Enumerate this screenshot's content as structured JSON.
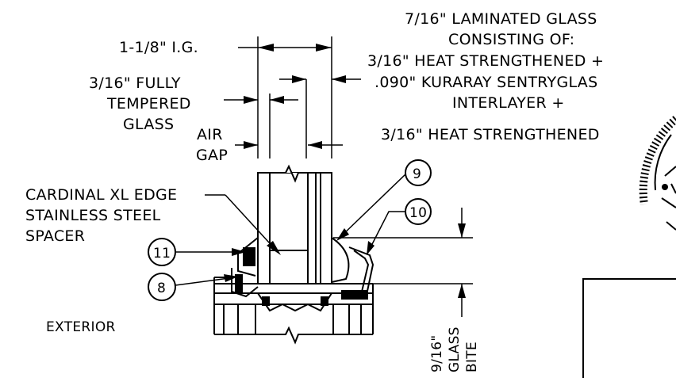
{
  "labels": {
    "ig_width": "1-1/8\" I.G.",
    "fully_tempered": [
      "3/16\" FULLY",
      "TEMPERED",
      "GLASS"
    ],
    "air_gap": [
      "AIR",
      "GAP"
    ],
    "laminated": [
      "7/16\" LAMINATED GLASS",
      "CONSISTING OF:",
      "3/16\" HEAT STRENGTHENED +",
      ".090\" KURARAY SENTRYGLAS",
      "INTERLAYER +",
      "3/16\" HEAT STRENGTHENED"
    ],
    "spacer": [
      "CARDINAL XL EDGE",
      "STAINLESS STEEL",
      "SPACER"
    ],
    "exterior": "EXTERIOR",
    "glass_bite": [
      "9/16\"",
      "GLASS",
      "BITE"
    ]
  },
  "callouts": {
    "c9": "9",
    "c10": "10",
    "c11": "11",
    "c8": "8"
  }
}
